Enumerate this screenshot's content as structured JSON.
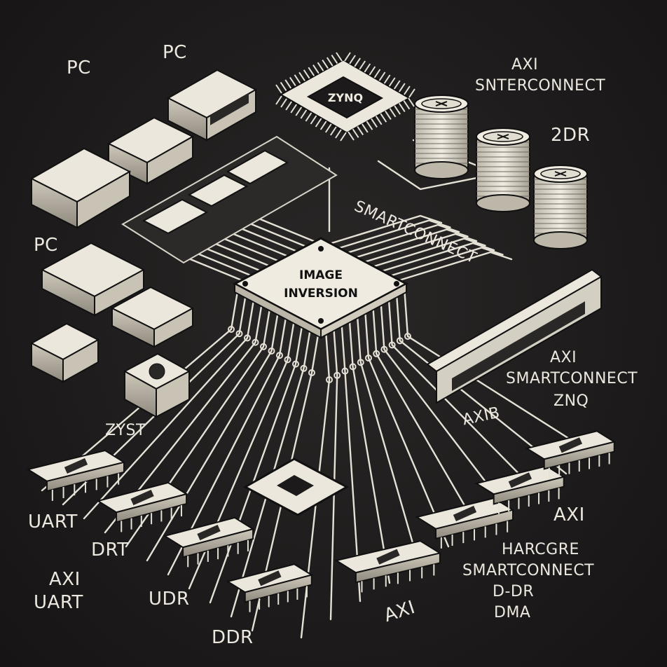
{
  "central_chip": {
    "line1": "IMAGE",
    "line2": "INVERSION"
  },
  "top_chip": {
    "label": "ZYNQ"
  },
  "labels": {
    "pc_top_left": "PC",
    "pc_top": "PC",
    "pc_left": "PC",
    "axi_interconnect_line1": "AXI",
    "axi_interconnect_line2": "SNTERCONNECT",
    "ddr_top_right": "2DR",
    "smartconnect_diagonal": "SMARTCONNECT",
    "axi_smartconnect_line1": "AXI",
    "axi_smartconnect_line2": "SMARTCONNECT",
    "znq": "ZNQ",
    "axib": "AXIB",
    "zyst": "ZYST",
    "axi_right": "AXI",
    "uart_left": "UART",
    "drt": "DRT",
    "axi_uart_line1": "AXI",
    "axi_uart_line2": "UART",
    "udr": "UDR",
    "ddr_bottom": "DDR",
    "axi_bottom": "AXI",
    "harcgre": "HARCGRE",
    "smartconnect_bottom": "SMARTCONNECT",
    "d_ddr": "D-DR",
    "dma": "DMA"
  },
  "colors": {
    "background": "#1c1a1a",
    "chip_fill": "#e9e4d8",
    "line": "#e6e1d6",
    "ink": "#111111"
  }
}
